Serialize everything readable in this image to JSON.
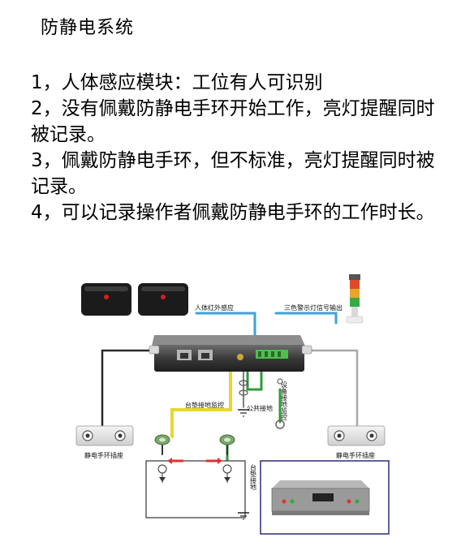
{
  "document": {
    "title": "防静电系统",
    "items": [
      "1，人体感应模块：工位有人可识别",
      "2，没有佩戴防静电手环开始工作，亮灯提醒同时被记录。",
      "3，佩戴防静电手环，但不标准，亮灯提醒同时被记录。",
      "4，可以记录操作者佩戴防静电手环的工作时长。"
    ]
  },
  "diagram": {
    "labels": {
      "sensor": "人体红外感应",
      "tower_light": "三色警示灯信号输出",
      "mat_ground_monitor": "台垫接地监控",
      "common_ground": "公共接地",
      "equipment_ground_monitor": "设备接地监控",
      "mat_ground": "台垫接地",
      "wrist_jack_left": "静电手环插座",
      "wrist_jack_right": "静电手环插座"
    }
  }
}
